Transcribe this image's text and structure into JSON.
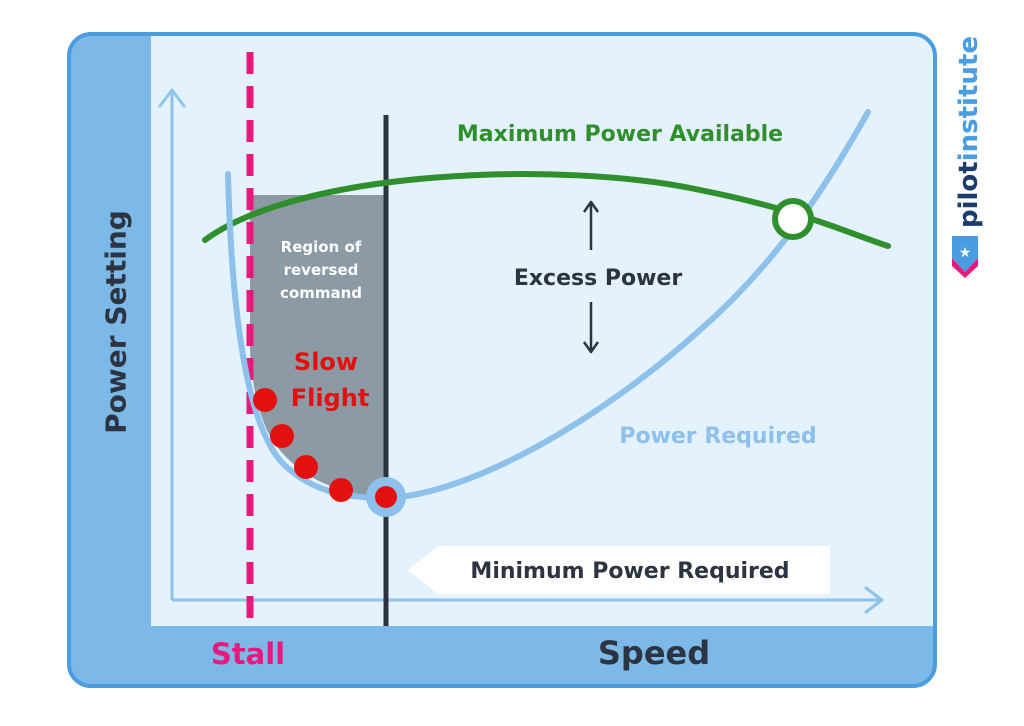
{
  "diagram": {
    "y_axis_label": "Power Setting",
    "x_axis_label": "Speed",
    "stall_label": "Stall",
    "max_power_label": "Maximum Power Available",
    "power_required_label": "Power Required",
    "excess_power_label": "Excess Power",
    "region_label_lines": [
      "Region of",
      "reversed",
      "command"
    ],
    "slow_flight_lines": [
      "Slow",
      "Flight"
    ],
    "min_power_label": "Minimum Power Required"
  },
  "brand": {
    "name_part1": "pilot",
    "name_part2": "institute"
  },
  "colors": {
    "frame": "#4a9de0",
    "panel": "#e3f2fc",
    "band": "#7db9e8",
    "axis": "#8ec3ec",
    "green": "#2f8f2c",
    "power_required": "#8dc0ea",
    "stall": "#e8197d",
    "speed_line": "#2b3440",
    "region": "#8c9aa6",
    "slow_flight": "#e31010",
    "text_dark": "#2b3440",
    "brand_text": "#1d3c6e"
  }
}
